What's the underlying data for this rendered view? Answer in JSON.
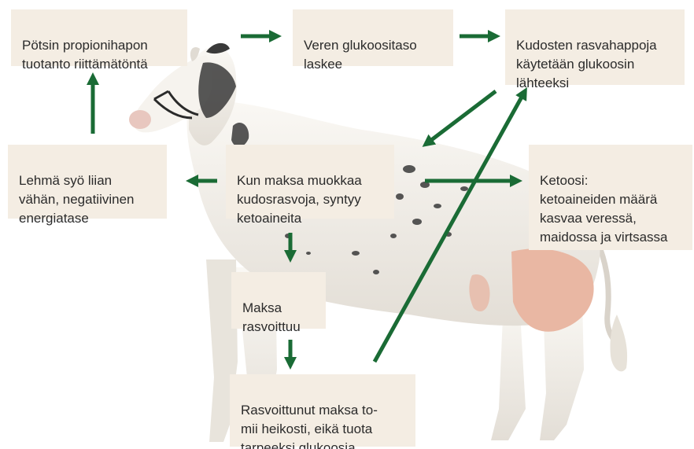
{
  "boxes": {
    "propionic_acid": "Pötsin propionihapon\ntuotanto riittämätöntä",
    "blood_glucose": "Veren glukoositaso\nlaskee",
    "fatty_acids": "Kudosten rasvahappoja\nkäytetään glukoosin\nlähteeksi",
    "negative_energy": "Lehmä syö liian\nvähän, negatiivinen\nenergiatase",
    "liver_ketones": "Kun maksa muokkaa\nkudosrasvoja, syntyy\nketoaineita",
    "ketosis": "Ketoosi:\nketoaineiden määrä\nkasvaa veressä,\nmaidossa ja virtsassa",
    "fatty_liver": "Maksa\nrasvoittuu",
    "liver_weak": "Rasvoittunut maksa to-\nmii heikosti, eikä tuota\ntarpeeksi glukoosia"
  },
  "colors": {
    "arrow": "#1a6b35",
    "box_bg": "#f4ede3",
    "text": "#2b2b2b",
    "cow_body": "#f1eee8",
    "cow_spots": "#3a3a3a",
    "udder": "#e9b7a3"
  }
}
